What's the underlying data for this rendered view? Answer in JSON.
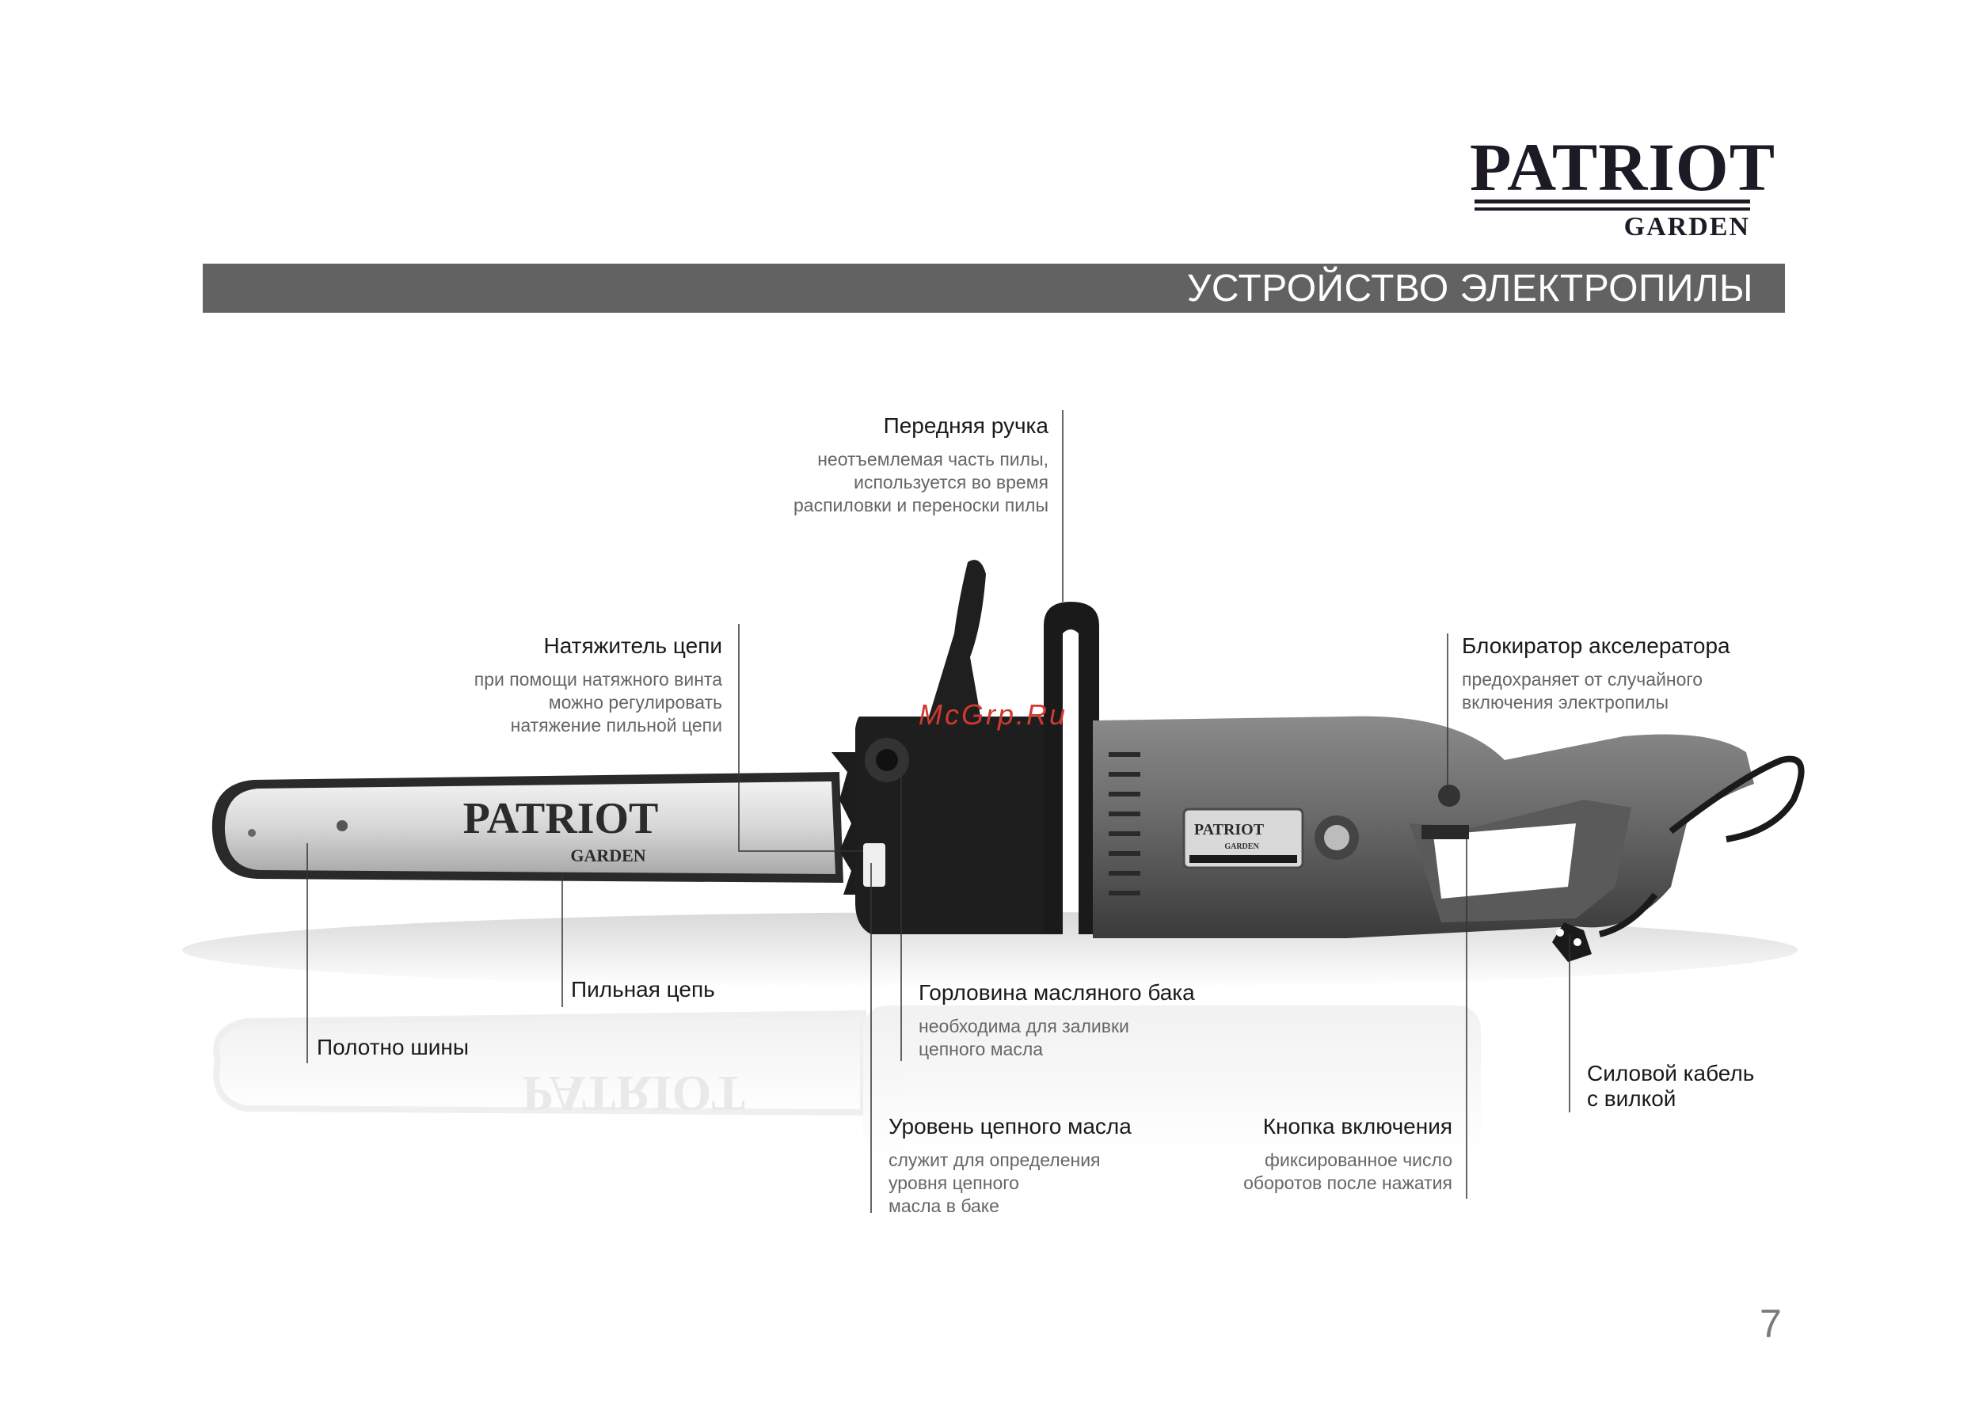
{
  "brand": {
    "name": "PATRIOT",
    "sub": "GARDEN"
  },
  "section_title": "УСТРОЙСТВО ЭЛЕКТРОПИЛЫ",
  "watermark": "McGrp.Ru",
  "callouts": {
    "front_handle": {
      "title": "Передняя ручка",
      "desc": [
        "неотъемлемая часть пилы,",
        "используется во время",
        "распиловки и переноски пилы"
      ]
    },
    "chain_tensioner": {
      "title": "Натяжитель цепи",
      "desc": [
        "при помощи натяжного винта",
        "можно регулировать",
        "натяжение пильной цепи"
      ]
    },
    "throttle_lock": {
      "title": "Блокиратор акселератора",
      "desc": [
        "предохраняет от случайного",
        "включения электропилы"
      ]
    },
    "saw_chain": {
      "title": "Пильная цепь"
    },
    "guide_bar": {
      "title": "Полотно шины"
    },
    "oil_filler": {
      "title": "Горловина масляного бака",
      "desc": [
        "необходима для заливки",
        "цепного масла"
      ]
    },
    "power_cable": {
      "title": [
        "Силовой кабель",
        "с вилкой"
      ]
    },
    "oil_level": {
      "title": "Уровень цепного масла",
      "desc": [
        "служит для определения",
        "уровня цепного",
        "масла в баке"
      ]
    },
    "power_button": {
      "title": "Кнопка включения",
      "desc": [
        "фиксированное число",
        "оборотов после нажатия"
      ]
    }
  },
  "page_number": "7",
  "colors": {
    "title_bar": "#626262",
    "logo": "#1d1a26",
    "watermark": "#d0392f"
  }
}
